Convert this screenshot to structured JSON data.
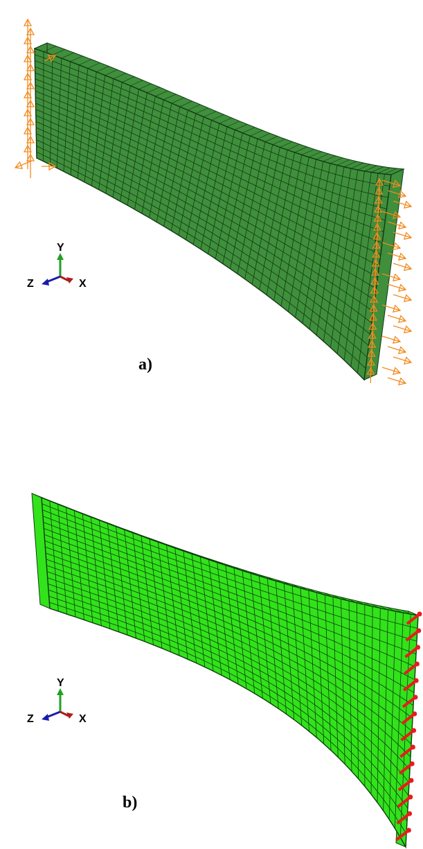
{
  "panels": [
    {
      "label": "a)",
      "mesh": {
        "color": "#3f8f3c",
        "edge_color": "#123a12",
        "long_divisions": 46,
        "height_divisions": 18
      },
      "boundary_condition": {
        "type": "applied-displacement-arrows",
        "color": "#f28a1e"
      },
      "triad": {
        "y": "Y",
        "z": "Z",
        "x": "X"
      }
    },
    {
      "label": "b)",
      "mesh": {
        "color": "#32e21b",
        "edge_color": "#0d3d0d",
        "long_divisions": 46,
        "height_divisions": 18
      },
      "boundary_condition": {
        "type": "fixed-support-markers",
        "color": "#e81c1c"
      },
      "triad": {
        "y": "Y",
        "z": "Z",
        "x": "X"
      }
    }
  ],
  "colors": {
    "triad_y": "#22a022",
    "triad_z": "#1b1ba8",
    "triad_x": "#b01b1b"
  }
}
